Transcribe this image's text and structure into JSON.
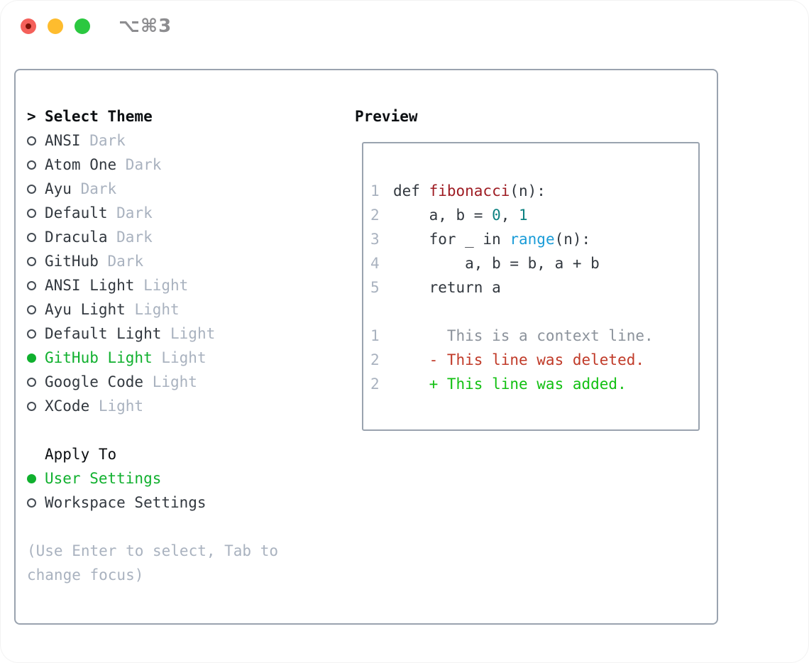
{
  "window": {
    "title": "⌥⌘3"
  },
  "traffic_lights": {
    "close_color": "#f4605a",
    "close_dot_color": "#7c1208",
    "minimize_color": "#febc2e",
    "zoom_color": "#2bc840"
  },
  "theme_panel": {
    "header": {
      "pointer": ">",
      "label": "Select Theme"
    },
    "themes": [
      {
        "name": "ANSI",
        "tag": "Dark",
        "selected": false
      },
      {
        "name": "Atom One",
        "tag": "Dark",
        "selected": false
      },
      {
        "name": "Ayu",
        "tag": "Dark",
        "selected": false
      },
      {
        "name": "Default",
        "tag": "Dark",
        "selected": false
      },
      {
        "name": "Dracula",
        "tag": "Dark",
        "selected": false
      },
      {
        "name": "GitHub",
        "tag": "Dark",
        "selected": false
      },
      {
        "name": "ANSI Light",
        "tag": "Light",
        "selected": false
      },
      {
        "name": "Ayu Light",
        "tag": "Light",
        "selected": false
      },
      {
        "name": "Default Light",
        "tag": "Light",
        "selected": false
      },
      {
        "name": "GitHub Light",
        "tag": "Light",
        "selected": true
      },
      {
        "name": "Google Code",
        "tag": "Light",
        "selected": false
      },
      {
        "name": "XCode",
        "tag": "Light",
        "selected": false
      }
    ],
    "apply_to": {
      "label": "Apply To",
      "options": [
        {
          "name": "User Settings",
          "selected": true
        },
        {
          "name": "Workspace Settings",
          "selected": false
        }
      ]
    },
    "footer_hint": "(Use Enter to select, Tab to change focus)"
  },
  "preview": {
    "label": "Preview",
    "lines": [
      {
        "num": "1",
        "segments": [
          {
            "text": "def ",
            "style": "code"
          },
          {
            "text": "fibonacci",
            "style": "function"
          },
          {
            "text": "(n):",
            "style": "code"
          }
        ]
      },
      {
        "num": "2",
        "segments": [
          {
            "text": "    a, b = ",
            "style": "code"
          },
          {
            "text": "0",
            "style": "number"
          },
          {
            "text": ", ",
            "style": "code"
          },
          {
            "text": "1",
            "style": "number"
          }
        ]
      },
      {
        "num": "3",
        "segments": [
          {
            "text": "    for _ in ",
            "style": "code"
          },
          {
            "text": "range",
            "style": "builtin"
          },
          {
            "text": "(n):",
            "style": "code"
          }
        ]
      },
      {
        "num": "4",
        "segments": [
          {
            "text": "        a, b = b, a + b",
            "style": "code"
          }
        ]
      },
      {
        "num": "5",
        "segments": [
          {
            "text": "    return a",
            "style": "code"
          }
        ]
      },
      {
        "num": "",
        "segments": []
      },
      {
        "num": "1",
        "segments": [
          {
            "text": "      This is a context line.",
            "style": "context"
          }
        ]
      },
      {
        "num": "2",
        "segments": [
          {
            "text": "    - This line was deleted.",
            "style": "deleted"
          }
        ]
      },
      {
        "num": "2",
        "segments": [
          {
            "text": "    + This line was added.",
            "style": "added"
          }
        ]
      }
    ]
  },
  "colors": {
    "accent_green": "#10b02e",
    "added_green": "#12c012",
    "deleted_red": "#c03a28",
    "function_red": "#9e1c23",
    "number_teal": "#0c8181",
    "builtin_blue": "#1a9cd8",
    "context_gray": "#8b929b",
    "muted_gray": "#a9b2bf",
    "text_dark": "#32383f",
    "border_gray": "#9aa3af",
    "title_gray": "#8d8d90"
  }
}
